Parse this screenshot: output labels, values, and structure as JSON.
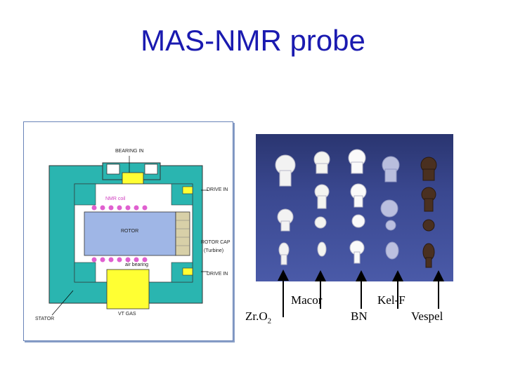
{
  "title": "MAS-NMR probe",
  "diagram": {
    "labels": {
      "bearing_in": "BEARING IN",
      "drive_in_top": "DRIVE IN",
      "nmr_coil": "NMR coil",
      "rotor": "ROTOR",
      "rotor_cap": "ROTOR CAP",
      "turbine": "(Turbine)",
      "air_bearing": "air bearing",
      "drive_in_bottom": "DRIVE IN",
      "vt_gas": "VT GAS",
      "stator": "STATOR"
    },
    "colors": {
      "stator": "#2ab5b0",
      "rotor": "#9fb6e6",
      "gas": "#ffff33",
      "coil": "#e060d0"
    }
  },
  "materials": {
    "zro2": "Zr.O",
    "zro2_sub": "2",
    "macor": "Macor",
    "kelf": "Kel-F",
    "bn": "BN",
    "vespel": "Vespel"
  }
}
